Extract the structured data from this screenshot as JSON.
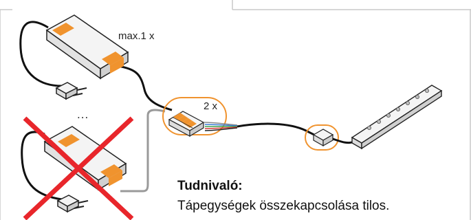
{
  "labels": {
    "max_count": "max.1 x",
    "ellipsis": "...",
    "connector_count": "2 x"
  },
  "notice": {
    "title": "Tudnivaló:",
    "text": "Tápegységek összekapcsolása tilos."
  },
  "colors": {
    "accent_orange": "#f0932e",
    "cross_red": "#e8262b",
    "frame_grey": "#c8c8c8",
    "cable_black": "#111111"
  },
  "icons": [
    "power-supply-icon",
    "plug-icon",
    "connector-block-icon",
    "end-connector-icon",
    "led-strip-icon",
    "prohibited-cross-icon"
  ]
}
